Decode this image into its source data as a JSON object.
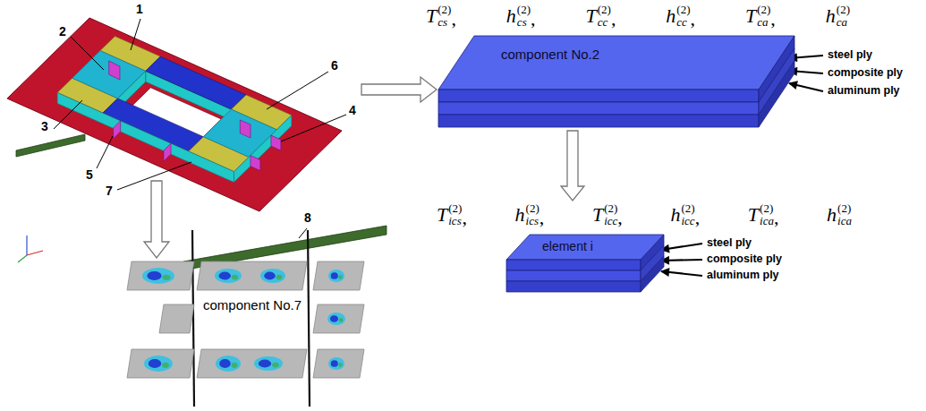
{
  "diagram": {
    "nodes": [
      {
        "text": [
          "component No.2"
        ]
      },
      {
        "text": [
          "element i"
        ]
      },
      {
        "text": [
          "component No.7"
        ]
      }
    ],
    "edges": [
      {
        "from": 0,
        "to": 1,
        "arrow": "to"
      }
    ],
    "labels": [
      "1",
      "2",
      "3",
      "4",
      "5",
      "6",
      "7",
      "8",
      "T",
      "cs",
      "(2)",
      ",",
      "h",
      "cs",
      "(2)",
      ",",
      "T",
      "cc",
      "(2)",
      ",",
      "h",
      "cc",
      "(2)",
      ",",
      "T",
      "ca",
      "(2)",
      ",",
      "h",
      "ca",
      "(2)",
      "steel ply",
      "composite ply",
      "aluminum ply",
      "T",
      "ics",
      "(2)",
      ",",
      "h",
      "ics",
      "(2)",
      ",",
      "T",
      "icc",
      "(2)",
      ",",
      "h",
      "icc",
      "(2)",
      ",",
      "T",
      "ica",
      "(2)",
      ",",
      "h",
      "ica",
      "(2)",
      "steel ply",
      "composite ply",
      "aluminum ply"
    ]
  }
}
